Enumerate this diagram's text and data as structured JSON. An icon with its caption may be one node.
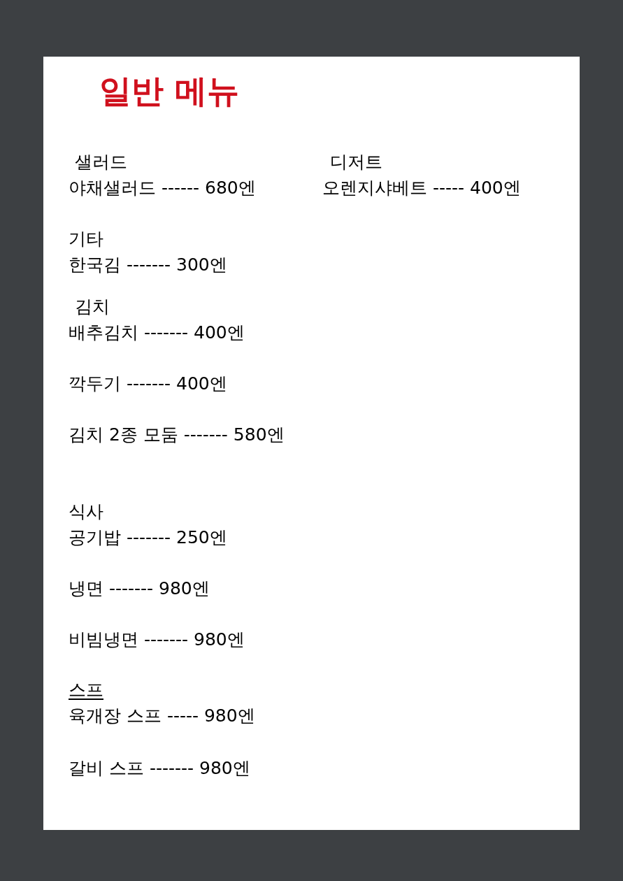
{
  "diagram": {
    "title": "일반 메뉴",
    "labels": [
      "샐러드",
      "디저트",
      "야채샐러드 ------ 680엔",
      "오렌지샤베트 ----- 400엔",
      "기타",
      "한국김 ------- 300엔",
      "김치",
      "배추김치 ------- 400엔",
      "깍두기 ------- 400엔",
      "김치 2종 모둠 ------- 580엔",
      "식사",
      "공기밥 ------- 250엔",
      "냉면 ------- 980엔",
      "비빔냉면 ------- 980엔",
      "스프",
      "육개장 스프 ----- 980엔",
      "갈비 스프 ------- 980엔"
    ]
  }
}
